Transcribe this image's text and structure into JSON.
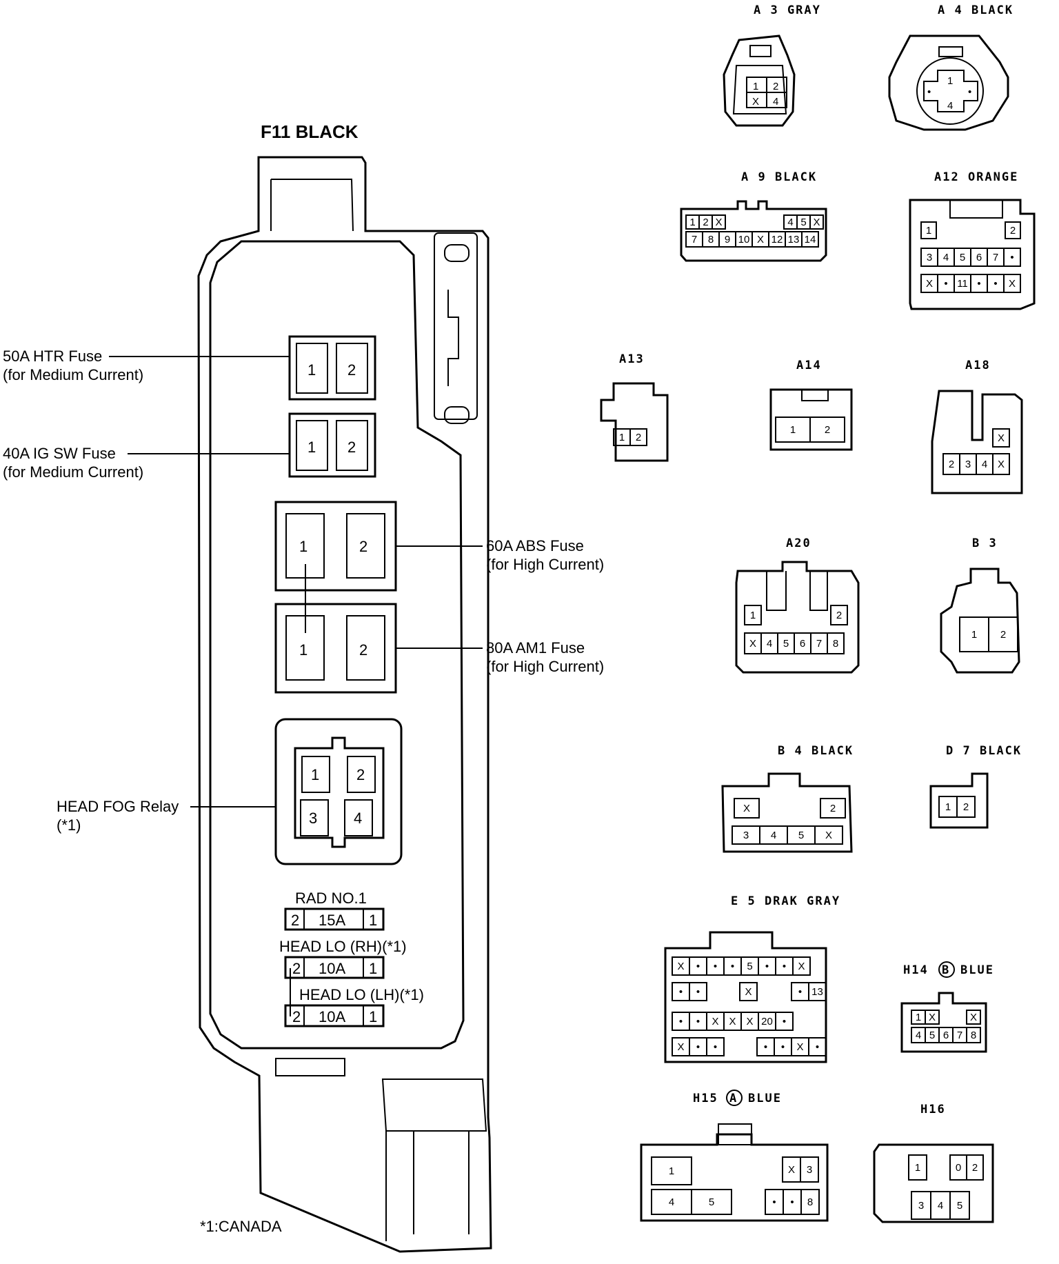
{
  "fuse_box": {
    "title": "F11  BLACK",
    "fuses": [
      {
        "id": "htr",
        "label_line1": "50A HTR Fuse",
        "label_line2": "(for Medium Current)",
        "pin1": "1",
        "pin2": "2"
      },
      {
        "id": "igsw",
        "label_line1": "40A IG SW Fuse",
        "label_line2": "(for Medium Current)",
        "pin1": "1",
        "pin2": "2"
      },
      {
        "id": "abs",
        "label_line1": "60A ABS Fuse",
        "label_line2": "(for High Current)",
        "pin1": "1",
        "pin2": "2"
      },
      {
        "id": "am1",
        "label_line1": "80A AM1 Fuse",
        "label_line2": "(for High Current)",
        "pin1": "1",
        "pin2": "2"
      }
    ],
    "relay": {
      "label_line1": "HEAD FOG Relay",
      "label_line2": "(*1)",
      "pins": [
        "1",
        "2",
        "3",
        "4"
      ]
    },
    "mini_fuses": [
      {
        "name": "RAD NO.1",
        "left": "2",
        "rating": "15A",
        "right": "1"
      },
      {
        "name": "HEAD LO (RH)(*1)",
        "left": "2",
        "rating": "10A",
        "right": "1"
      },
      {
        "name": "HEAD LO (LH)(*1)",
        "left": "2",
        "rating": "10A",
        "right": "1"
      }
    ],
    "footnote": "*1:CANADA"
  },
  "connectors": {
    "a3": {
      "label": "A 3  GRAY",
      "pins": [
        "1",
        "2",
        "X",
        "4"
      ]
    },
    "a4": {
      "label": "A 4  BLACK",
      "pins": [
        "1",
        "4",
        "•",
        "•"
      ]
    },
    "a9": {
      "label": "A 9  BLACK",
      "row1": [
        "1",
        "2",
        "X",
        "4",
        "5",
        "X"
      ],
      "row2": [
        "7",
        "8",
        "9",
        "10",
        "X",
        "12",
        "13",
        "14"
      ]
    },
    "a12": {
      "label": "A12  ORANGE",
      "top": [
        "1",
        "2"
      ],
      "row1": [
        "3",
        "4",
        "5",
        "6",
        "7",
        "•"
      ],
      "row2": [
        "X",
        "•",
        "11",
        "•",
        "•",
        "X"
      ]
    },
    "a13": {
      "label": "A13",
      "pins": [
        "1",
        "2"
      ]
    },
    "a14": {
      "label": "A14",
      "pins": [
        "1",
        "2"
      ]
    },
    "a18": {
      "label": "A18",
      "top": [
        "X"
      ],
      "row": [
        "2",
        "3",
        "4",
        "X"
      ]
    },
    "a20": {
      "label": "A20",
      "top": [
        "1",
        "2"
      ],
      "row": [
        "X",
        "4",
        "5",
        "6",
        "7",
        "8"
      ]
    },
    "b3": {
      "label": "B 3",
      "pins": [
        "1",
        "2"
      ]
    },
    "b4": {
      "label": "B 4  BLACK",
      "top": [
        "X",
        "2"
      ],
      "row": [
        "3",
        "4",
        "5",
        "X"
      ]
    },
    "d7": {
      "label": "D 7  BLACK",
      "pins": [
        "1",
        "2"
      ]
    },
    "e5": {
      "label": "E 5  DRAK GRAY",
      "row1": [
        "X",
        "•",
        "•",
        "•",
        "5",
        "•",
        "•",
        "X"
      ],
      "row2": [
        "•",
        "•",
        "X",
        "•",
        "13"
      ],
      "row3": [
        "•",
        "•",
        "X",
        "X",
        "X",
        "20",
        "•"
      ],
      "row4": [
        "X",
        "•",
        "•",
        "•",
        "•",
        "X",
        "•"
      ]
    },
    "h14": {
      "label_prefix": "H14",
      "circle": "B",
      "label_suffix": "BLUE",
      "row1": [
        "1",
        "X",
        "X"
      ],
      "row2": [
        "4",
        "5",
        "6",
        "7",
        "8"
      ]
    },
    "h15": {
      "label_prefix": "H15",
      "circle": "A",
      "label_suffix": "BLUE",
      "left": [
        "1",
        "4",
        "5"
      ],
      "right": [
        "X",
        "3",
        "•",
        "•",
        "8"
      ]
    },
    "h16": {
      "label": "H16",
      "top": [
        "1",
        "0",
        "2"
      ],
      "row": [
        "3",
        "4",
        "5"
      ]
    }
  }
}
